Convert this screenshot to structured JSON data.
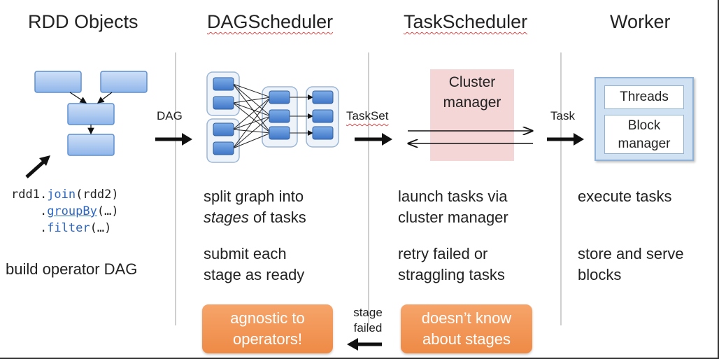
{
  "headers": {
    "rdd_objects": "RDD Objects",
    "dag_scheduler": "DAGScheduler",
    "task_scheduler": "TaskScheduler",
    "worker": "Worker"
  },
  "arrows": {
    "dag": "DAG",
    "taskset": "TaskSet",
    "task": "Task",
    "stage_failed_line1": "stage",
    "stage_failed_line2": "failed"
  },
  "rdd": {
    "code_line1_prefix": "rdd1.",
    "code_line1_kw": "join",
    "code_line1_suffix": "(rdd2)",
    "code_line2_prefix": "    .",
    "code_line2_kw": "groupBy",
    "code_line2_suffix": "(…)",
    "code_line3_prefix": "    .",
    "code_line3_kw": "filter",
    "code_line3_suffix": "(…)",
    "caption": "build operator DAG"
  },
  "dag": {
    "line1": "split graph into",
    "line2_em": "stages",
    "line2_rest": " of tasks",
    "line3": "submit each",
    "line4": "stage as ready",
    "callout_line1": "agnostic to",
    "callout_line2": "operators!"
  },
  "task": {
    "cluster_line1": "Cluster",
    "cluster_line2": "manager",
    "line1": "launch tasks via",
    "line2": "cluster manager",
    "line3": "retry failed or",
    "line4": "straggling tasks",
    "callout_line1": "doesn’t know",
    "callout_line2": "about stages"
  },
  "worker": {
    "threads": "Threads",
    "block_line1": "Block",
    "block_line2": "manager",
    "line1": "execute tasks",
    "line2": "store and serve",
    "line3": "blocks"
  },
  "colors": {
    "box_fill": "#a9c8ef",
    "box_stroke": "#5b8fd1",
    "task_fill": "#5b8fd6",
    "orange": "#ee8a46",
    "cluster": "#f4d6d6"
  }
}
